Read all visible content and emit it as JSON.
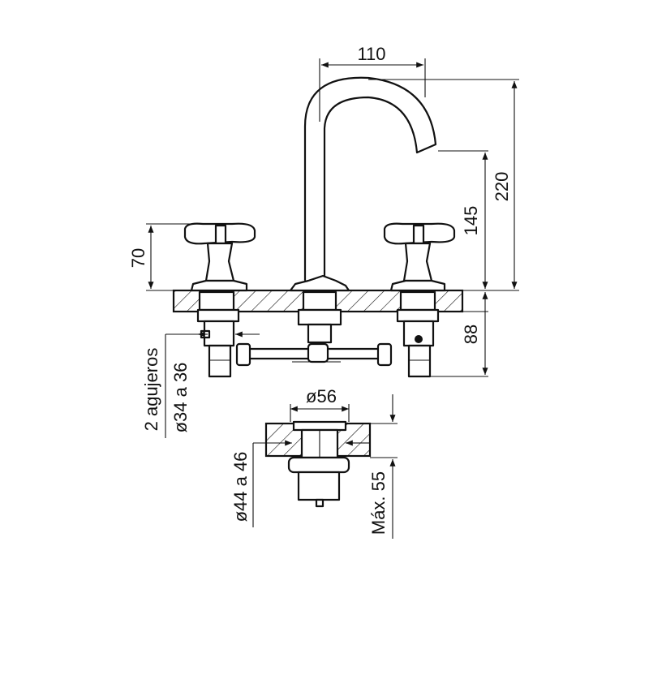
{
  "dimensions": {
    "spout_reach": "110",
    "total_height": "220",
    "spout_height": "145",
    "handle_height": "70",
    "below_deck": "88",
    "drain_diameter": "ø56",
    "drain_hole": "ø44 a 46",
    "drain_max_thickness": "Máx. 55",
    "holes_count": "2 agujeros",
    "holes_diameter": "ø34 a 36"
  }
}
